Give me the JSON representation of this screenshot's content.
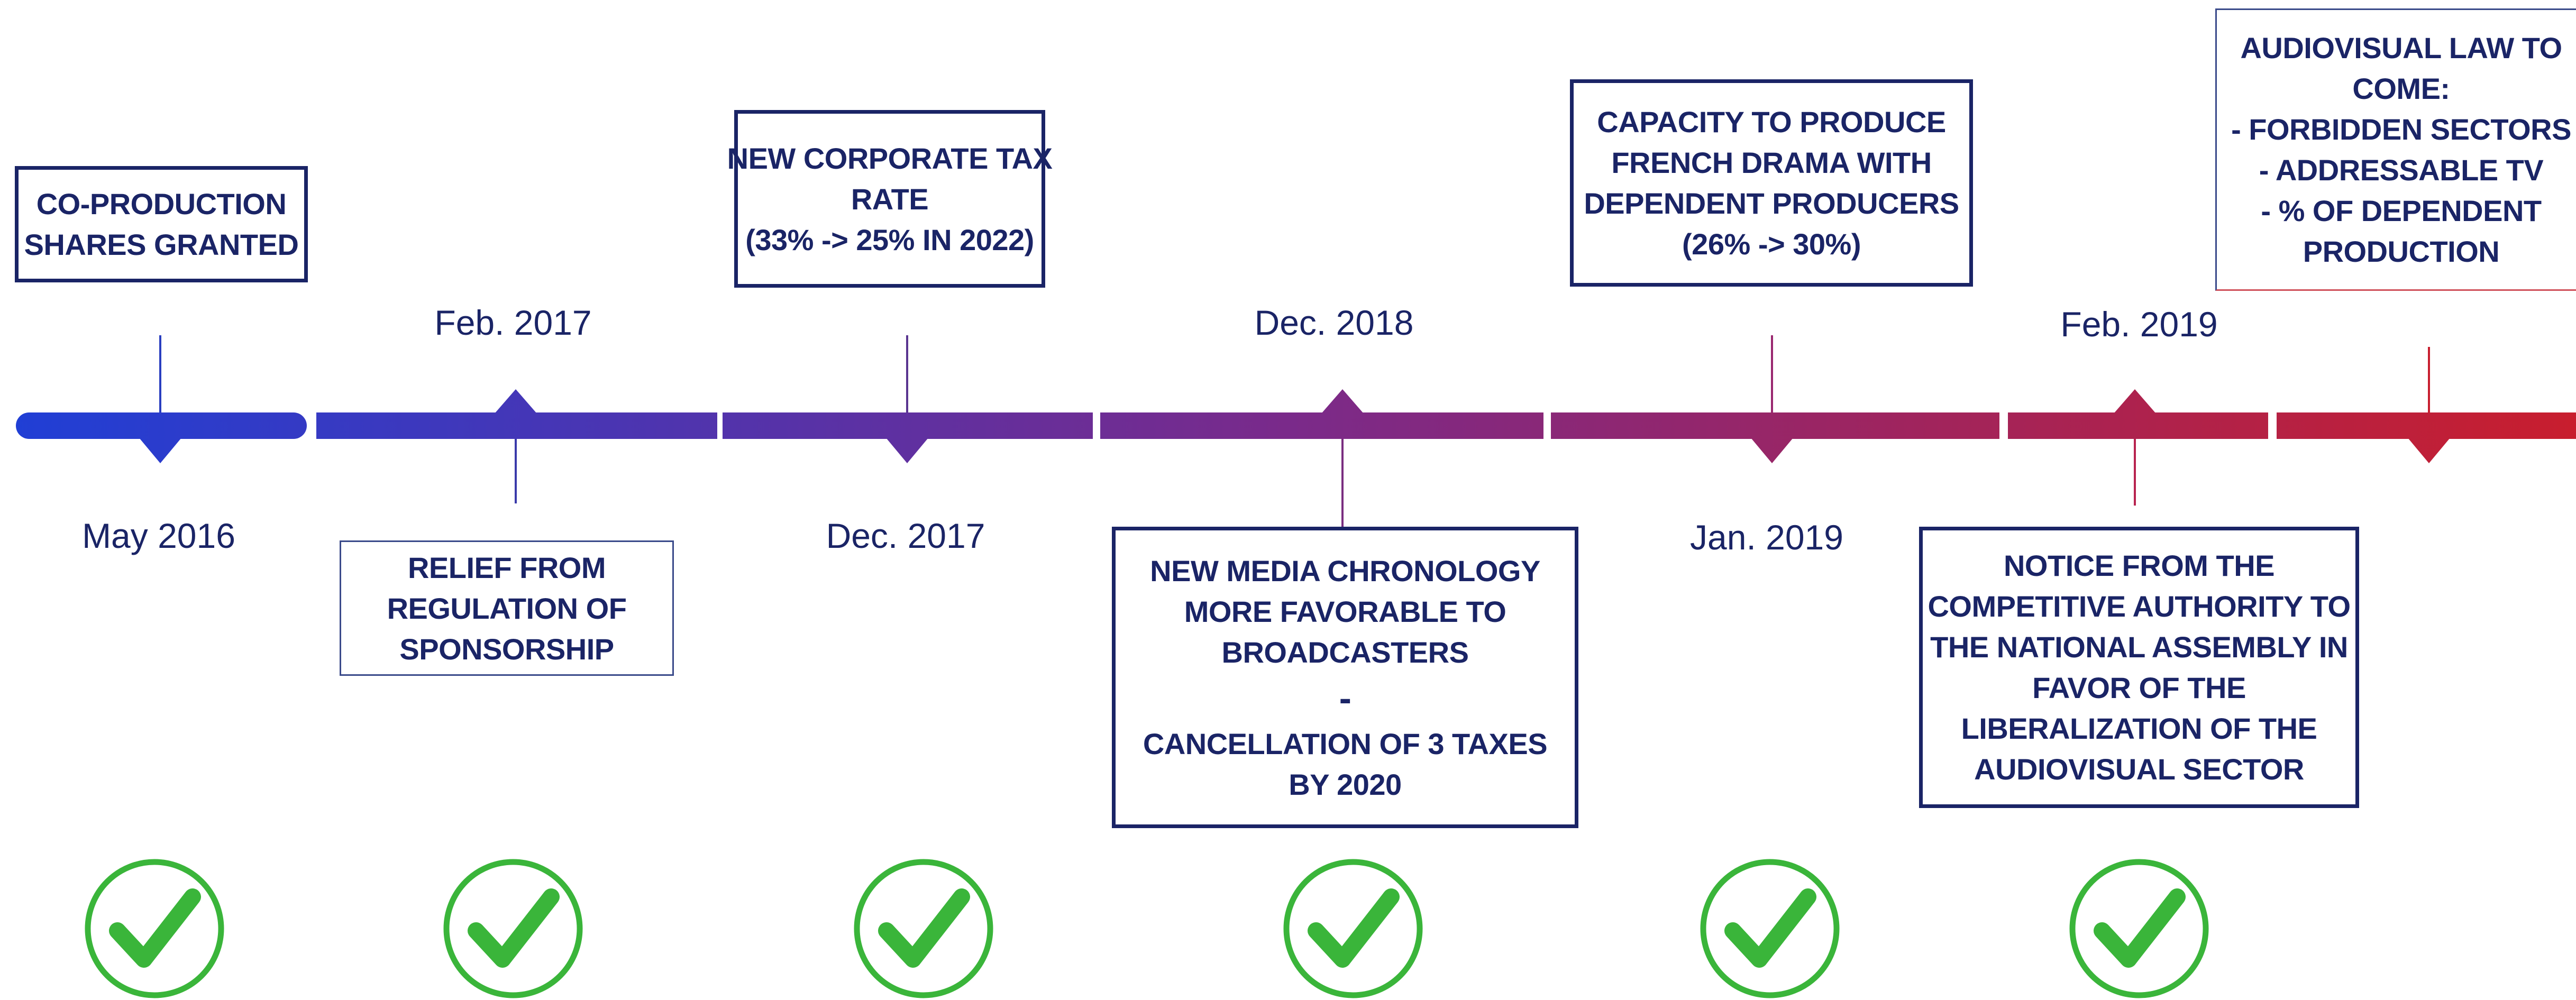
{
  "timeline": {
    "events": [
      {
        "date": "May 2016",
        "lines": [
          "CO-PRODUCTION",
          "SHARES GRANTED"
        ]
      },
      {
        "date": "Feb. 2017",
        "lines": [
          "RELIEF FROM",
          "REGULATION OF",
          "SPONSORSHIP"
        ]
      },
      {
        "date": "Dec. 2017",
        "lines": [
          "NEW CORPORATE TAX",
          "RATE",
          "(33% -> 25% IN 2022)"
        ]
      },
      {
        "date": "Dec. 2018",
        "lines": [
          "NEW MEDIA CHRONOLOGY",
          "MORE FAVORABLE TO",
          "BROADCASTERS",
          "-",
          "CANCELLATION OF 3 TAXES",
          "BY 2020"
        ]
      },
      {
        "date": "Jan. 2019",
        "lines": [
          "CAPACITY TO PRODUCE",
          "FRENCH DRAMA WITH",
          "DEPENDENT PRODUCERS",
          "(26% -> 30%)"
        ]
      },
      {
        "date": "Feb. 2019",
        "lines": [
          "NOTICE FROM THE",
          "COMPETITIVE AUTHORITY TO",
          "THE NATIONAL ASSEMBLY IN",
          "FAVOR OF THE",
          "LIBERALIZATION OF THE",
          "AUDIOVISUAL SECTOR"
        ]
      },
      {
        "date": "",
        "lines": [
          "AUDIOVISUAL LAW TO",
          "COME:",
          "- FORBIDDEN SECTORS",
          "- ADDRESSABLE TV",
          "- % OF DEPENDENT",
          "PRODUCTION"
        ]
      }
    ],
    "completed_count": 6
  },
  "colors": {
    "text": "#1a2466",
    "gradient_start": "#1f3fd6",
    "gradient_mid": "#7a2a8a",
    "gradient_end": "#c81e2e",
    "check": "#3ab53a"
  },
  "icons": [
    "check-circle-icon"
  ]
}
